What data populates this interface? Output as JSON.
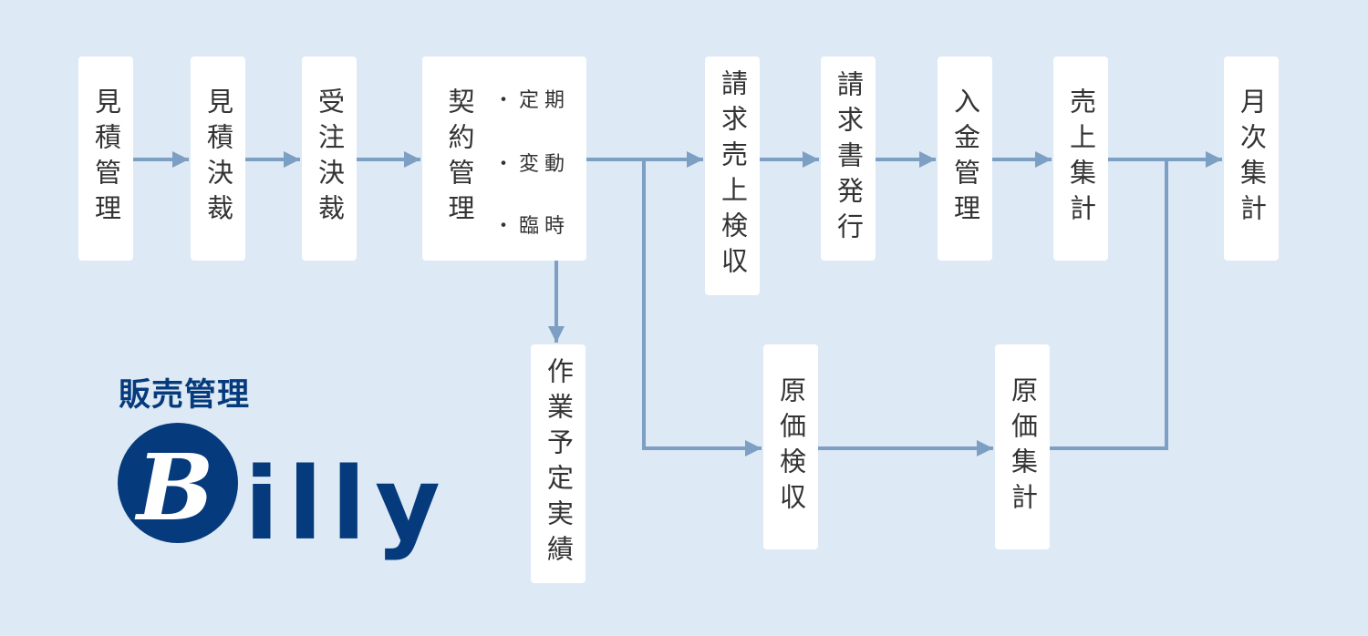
{
  "brand": {
    "title": "販売管理",
    "logo_text": "Billy",
    "logo_letter": "B",
    "color": "#053a7c"
  },
  "colors": {
    "background": "#dde9f5",
    "connector": "#7d9fc4",
    "box": "#ffffff"
  },
  "steps": {
    "estimate": "見積管理",
    "estimate_approval": "見積決裁",
    "order_approval": "受注決裁",
    "contract": "契約管理",
    "contract_types": [
      "・定期",
      "・変動",
      "・臨時"
    ],
    "billing_inspection": "請求売上検収",
    "invoice": "請求書発行",
    "payment": "入金管理",
    "sales_total": "売上集計",
    "monthly_total": "月次集計",
    "work_plan": "作業予定実績",
    "cost_inspection": "原価検収",
    "cost_total": "原価集計"
  }
}
